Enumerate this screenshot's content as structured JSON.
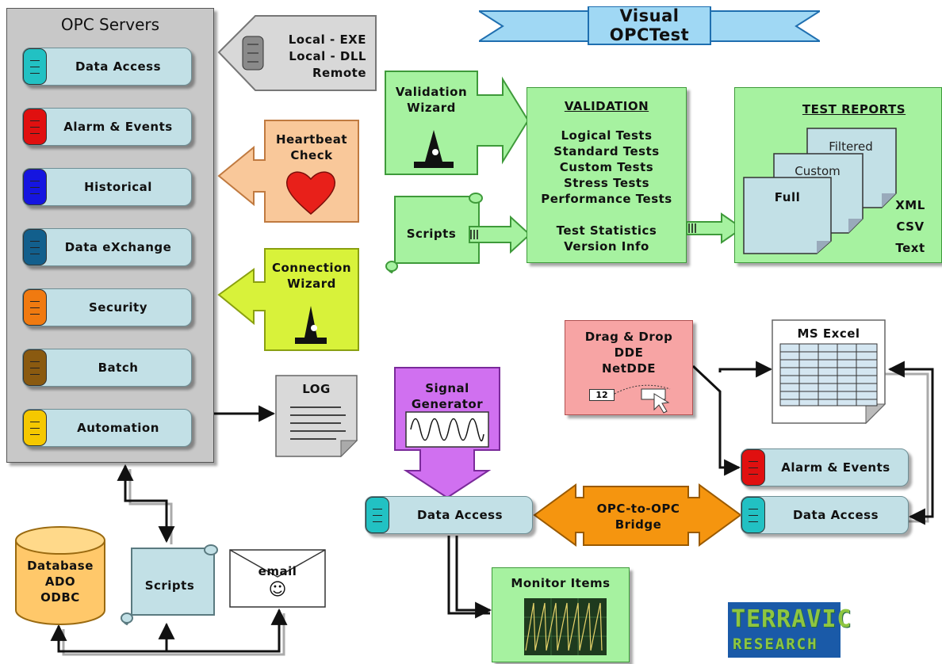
{
  "title": "Visual OPCTest",
  "opc_servers": {
    "heading": "OPC Servers",
    "items": [
      {
        "label": "Data Access",
        "color": "#22c1c3"
      },
      {
        "label": "Alarm & Events",
        "color": "#e01010"
      },
      {
        "label": "Historical",
        "color": "#1515e0"
      },
      {
        "label": "Data eXchange",
        "color": "#125f8c"
      },
      {
        "label": "Security",
        "color": "#f07a10"
      },
      {
        "label": "Batch",
        "color": "#8a5a10"
      },
      {
        "label": "Automation",
        "color": "#f5c800"
      }
    ]
  },
  "locality": {
    "line1": "Local - EXE",
    "line2": "Local - DLL",
    "line3": "Remote"
  },
  "heartbeat": {
    "line1": "Heartbeat",
    "line2": "Check"
  },
  "connection_wizard": {
    "line1": "Connection",
    "line2": "Wizard"
  },
  "log": {
    "label": "LOG"
  },
  "validation_wizard": {
    "line1": "Validation",
    "line2": "Wizard"
  },
  "scripts_top": {
    "label": "Scripts"
  },
  "validation": {
    "heading": "VALIDATION",
    "tests": [
      "Logical Tests",
      "Standard Tests",
      "Custom Tests",
      "Stress Tests",
      "Performance Tests"
    ],
    "extra": [
      "Test Statistics",
      "Version Info"
    ]
  },
  "test_reports": {
    "heading": "TEST REPORTS",
    "pages": [
      "Filtered",
      "Custom",
      "Full"
    ],
    "formats": [
      "XML",
      "CSV",
      "Text"
    ]
  },
  "signal_generator": {
    "line1": "Signal",
    "line2": "Generator"
  },
  "drag_drop": {
    "line1": "Drag & Drop",
    "line2": "DDE",
    "line3": "NetDDE",
    "value": "12"
  },
  "ms_excel": {
    "label": "MS Excel"
  },
  "bridge_alarm": {
    "label": "Alarm & Events",
    "color": "#e01010"
  },
  "bridge_da_right": {
    "label": "Data Access",
    "color": "#22c1c3"
  },
  "bridge_da_left": {
    "label": "Data Access",
    "color": "#22c1c3"
  },
  "opc_bridge": {
    "line1": "OPC-to-OPC",
    "line2": "Bridge"
  },
  "monitor": {
    "label": "Monitor Items"
  },
  "database": {
    "line1": "Database",
    "line2": "ADO",
    "line3": "ODBC"
  },
  "scripts_bottom": {
    "label": "Scripts"
  },
  "email": {
    "label": "email",
    "smiley": "☺"
  },
  "logo": {
    "line1": "TERRAVIC",
    "line2": "RESEARCH"
  },
  "colors": {
    "server_panel": "#c8c8c8",
    "pill": "#c2e0e6",
    "green_box": "#a6f2a0",
    "heartbeat": "#f9c89a",
    "connection": "#d8f23a",
    "signal": "#d070f0",
    "dragdrop": "#f7a4a4",
    "bridge": "#f5950f",
    "database": "#ffc86a",
    "banner": "#a0d8f4"
  }
}
